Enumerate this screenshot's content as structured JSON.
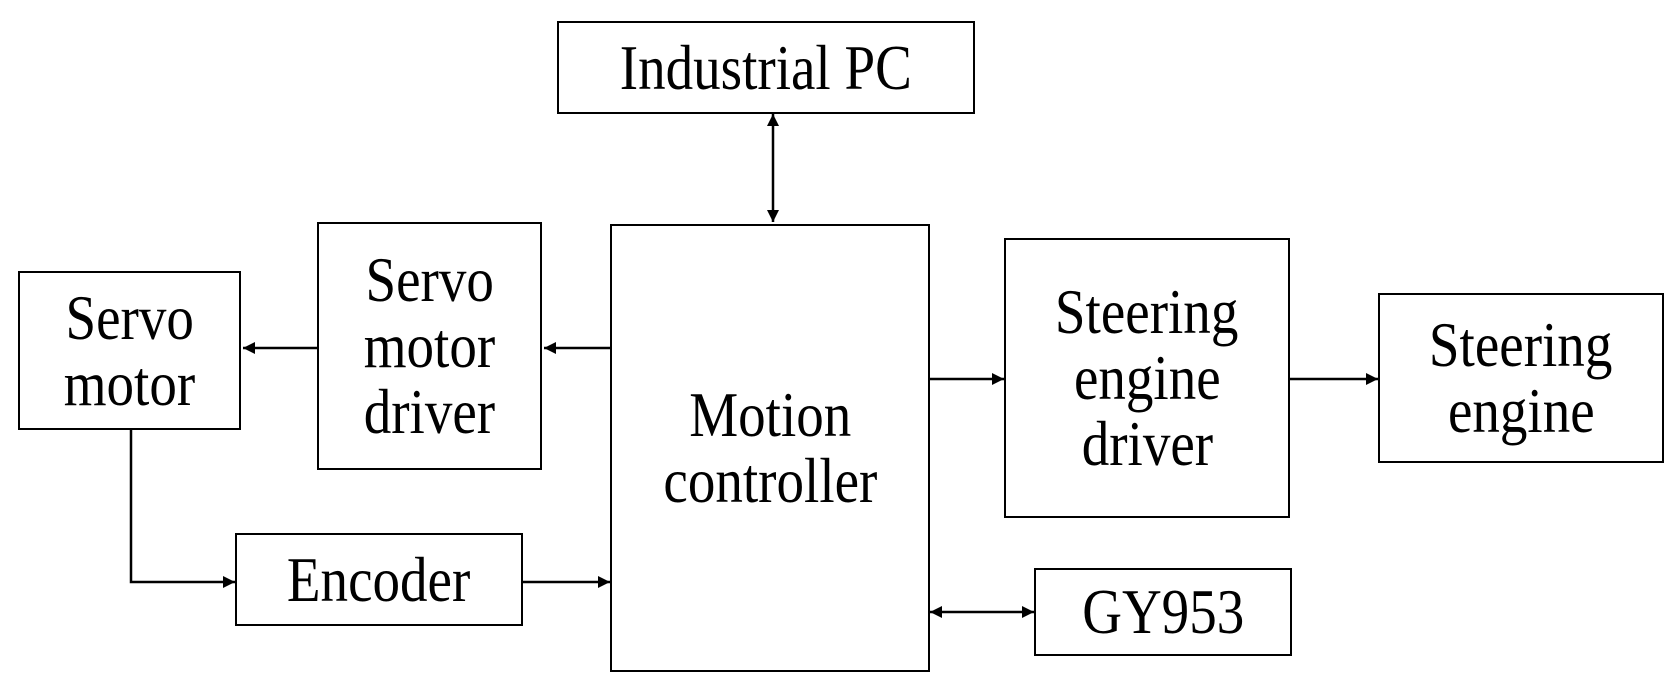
{
  "diagram": {
    "nodes": {
      "industrial_pc": {
        "lines": [
          "Industrial PC"
        ]
      },
      "motion_controller": {
        "lines": [
          "Motion",
          "controller"
        ]
      },
      "servo_motor_driver": {
        "lines": [
          "Servo",
          "motor",
          "driver"
        ]
      },
      "servo_motor": {
        "lines": [
          "Servo",
          "motor"
        ]
      },
      "encoder": {
        "lines": [
          "Encoder"
        ]
      },
      "steering_engine_driver": {
        "lines": [
          "Steering",
          "engine",
          "driver"
        ]
      },
      "steering_engine": {
        "lines": [
          "Steering",
          "engine"
        ]
      },
      "gy953": {
        "lines": [
          "GY953"
        ]
      }
    },
    "edges": [
      {
        "from": "industrial_pc",
        "to": "motion_controller",
        "direction": "both"
      },
      {
        "from": "motion_controller",
        "to": "servo_motor_driver",
        "direction": "forward"
      },
      {
        "from": "servo_motor_driver",
        "to": "servo_motor",
        "direction": "forward"
      },
      {
        "from": "servo_motor",
        "to": "encoder",
        "direction": "forward"
      },
      {
        "from": "encoder",
        "to": "motion_controller",
        "direction": "forward"
      },
      {
        "from": "motion_controller",
        "to": "steering_engine_driver",
        "direction": "forward"
      },
      {
        "from": "steering_engine_driver",
        "to": "steering_engine",
        "direction": "forward"
      },
      {
        "from": "motion_controller",
        "to": "gy953",
        "direction": "both"
      }
    ],
    "colors": {
      "line": "#000000",
      "background": "#ffffff"
    }
  }
}
